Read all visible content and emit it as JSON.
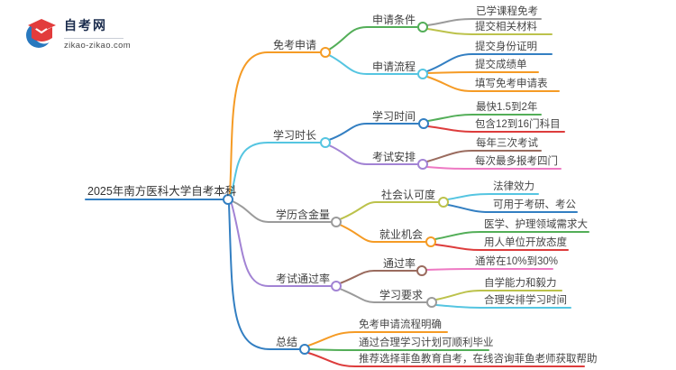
{
  "logo": {
    "title": "自考网",
    "domain": "zikao-zikao.com"
  },
  "mindmap": {
    "root": "2025年南方医科大学自考本科",
    "branches": [
      {
        "label": "免考申请",
        "children": [
          {
            "label": "申请条件",
            "leaves": [
              "已学课程免考",
              "提交相关材料"
            ]
          },
          {
            "label": "申请流程",
            "leaves": [
              "提交身份证明",
              "提交成绩单",
              "填写免考申请表"
            ]
          }
        ]
      },
      {
        "label": "学习时长",
        "children": [
          {
            "label": "学习时间",
            "leaves": [
              "最快1.5到2年",
              "包含12到16门科目"
            ]
          },
          {
            "label": "考试安排",
            "leaves": [
              "每年三次考试",
              "每次最多报考四门"
            ]
          }
        ]
      },
      {
        "label": "学历含金量",
        "children": [
          {
            "label": "社会认可度",
            "leaves": [
              "法律效力",
              "可用于考研、考公"
            ]
          },
          {
            "label": "就业机会",
            "leaves": [
              "医学、护理领域需求大",
              "用人单位开放态度"
            ]
          }
        ]
      },
      {
        "label": "考试通过率",
        "children": [
          {
            "label": "通过率",
            "leaves": [
              "通常在10%到30%"
            ]
          },
          {
            "label": "学习要求",
            "leaves": [
              "自学能力和毅力",
              "合理安排学习时间"
            ]
          }
        ]
      },
      {
        "label": "总结",
        "leaves": [
          "免考申请流程明确",
          "通过合理学习计划可顺利毕业",
          "推荐选择菲鱼教育自考，在线咨询菲鱼老师获取帮助"
        ]
      }
    ]
  },
  "palette": {
    "orange": "#f59b25",
    "green": "#53ae58",
    "gray": "#9b9b9b",
    "ygreen": "#bcc24b",
    "cyan": "#55c5e1",
    "blue": "#337fc2",
    "red": "#dd3c3c",
    "purple": "#a283d4",
    "brown": "#9a6b5e",
    "pink": "#ee79c3",
    "logo_blue": "#2878be",
    "logo_red": "#e23c3c"
  }
}
